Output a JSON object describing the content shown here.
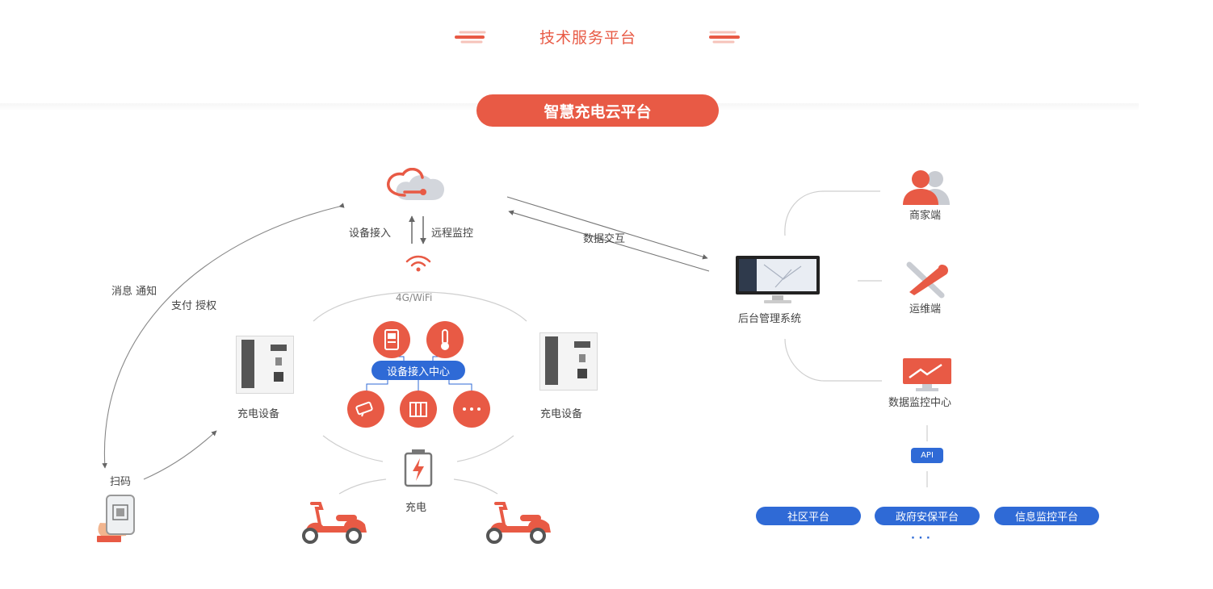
{
  "header": {
    "title": "技术服务平台"
  },
  "banner": {
    "label": "智慧充电云平台"
  },
  "cloud": {
    "left_label": "设备接入",
    "right_label": "远程监控",
    "exchange_label": "数据交互"
  },
  "network": {
    "label": "4G/WiFi"
  },
  "hub": {
    "label": "设备接入中心"
  },
  "devices": {
    "left_label": "充电设备",
    "right_label": "充电设备"
  },
  "charge": {
    "label": "充电"
  },
  "user_flow": {
    "notify_label": "消息 通知",
    "pay_label": "支付 授权",
    "scan_label": "扫码"
  },
  "backend": {
    "label": "后台管理系统"
  },
  "terminals": {
    "merchant_label": "商家端",
    "ops_label": "运维端",
    "monitor_label": "数据监控中心"
  },
  "api": {
    "label": "API"
  },
  "platforms": {
    "items": [
      {
        "label": "社区平台"
      },
      {
        "label": "政府安保平台"
      },
      {
        "label": "信息监控平台"
      }
    ],
    "more": "· · ·"
  },
  "colors": {
    "accent_red": "#e85a45",
    "accent_blue": "#2f6ad6",
    "line_gray": "#cfcfcf"
  },
  "icons": [
    "cloud-icon",
    "wifi-icon",
    "card-reader-icon",
    "thermometer-icon",
    "camera-icon",
    "gate-icon",
    "more-icon",
    "battery-icon",
    "scooter-icon",
    "phone-qr-icon",
    "monitor-icon",
    "users-icon",
    "wrench-icon",
    "chart-monitor-icon"
  ]
}
